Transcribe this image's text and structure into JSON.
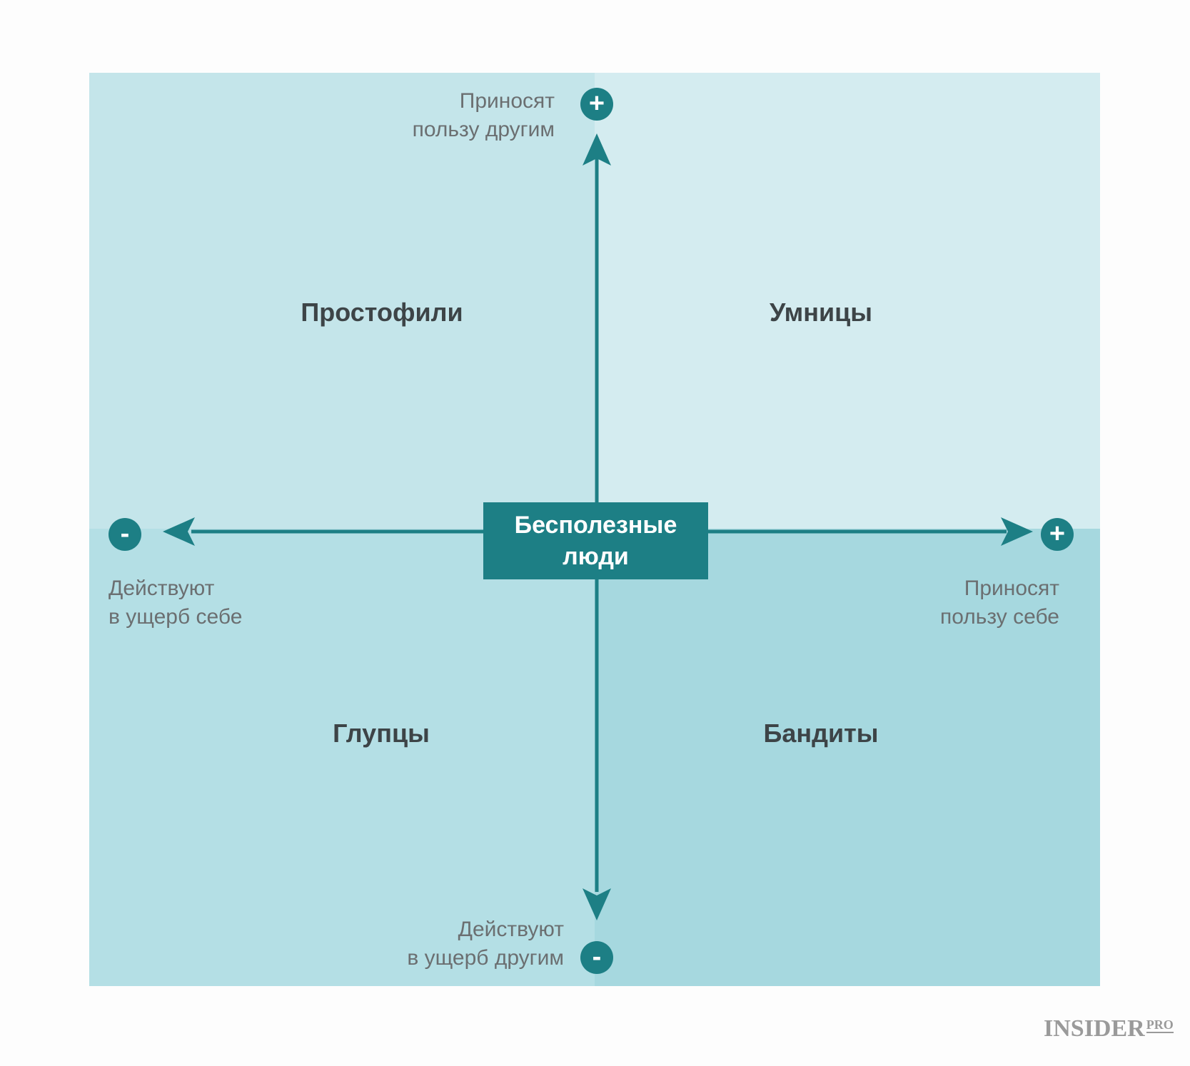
{
  "quadrants": {
    "top_left": "Простофили",
    "top_right": "Умницы",
    "bottom_left": "Глупцы",
    "bottom_right": "Бандиты"
  },
  "center": {
    "line1": "Бесполезные",
    "line2": "люди"
  },
  "axes": {
    "top": {
      "sign": "+",
      "line1": "Приносят",
      "line2": "пользу другим"
    },
    "bottom": {
      "sign": "-",
      "line1": "Действуют",
      "line2": "в ущерб другим"
    },
    "left": {
      "sign": "-",
      "line1": "Действуют",
      "line2": "в ущерб себе"
    },
    "right": {
      "sign": "+",
      "line1": "Приносят",
      "line2": "пользу себе"
    }
  },
  "logo": {
    "main": "INSIDER",
    "suffix": "PRO"
  },
  "colors": {
    "accent": "#1d7f85",
    "quadrant_top_left": "#c4e5ea",
    "quadrant_top_right": "#d4ecf0",
    "quadrant_bottom_left": "#b4dfe5",
    "quadrant_bottom_right": "#a6d8df"
  }
}
